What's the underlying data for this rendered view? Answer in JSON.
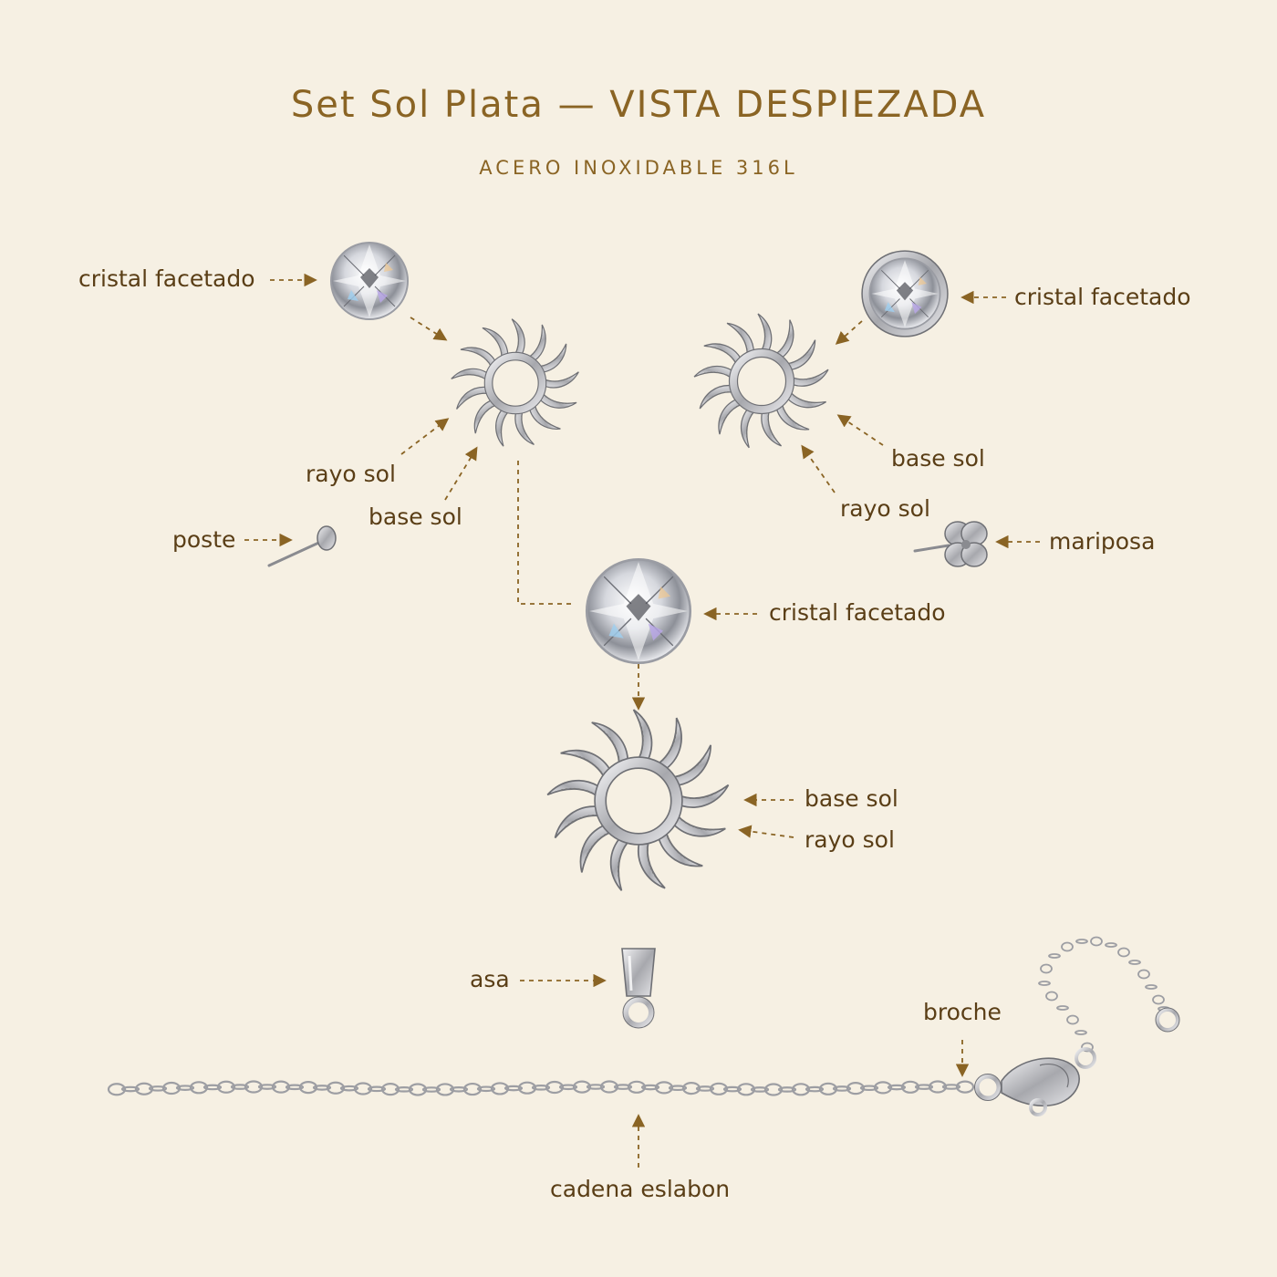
{
  "header": {
    "title": "Set Sol Plata — VISTA DESPIEZADA",
    "subtitle": "ACERO INOXIDABLE 316L"
  },
  "colors": {
    "background": "#f6f0e3",
    "text": "#5a3e16",
    "title": "#8a6424",
    "leader": "#8a6424",
    "metal": "#b8b8bc"
  },
  "labels": {
    "left_crystal": "cristal facetado",
    "left_ray": "rayo sol",
    "left_base": "base sol",
    "post": "poste",
    "right_crystal": "cristal facetado",
    "right_base": "base sol",
    "right_ray": "rayo sol",
    "butterfly": "mariposa",
    "center_crystal": "cristal facetado",
    "pendant_base": "base sol",
    "pendant_ray": "rayo sol",
    "bail": "asa",
    "clasp": "broche",
    "chain": "cadena eslabon"
  }
}
